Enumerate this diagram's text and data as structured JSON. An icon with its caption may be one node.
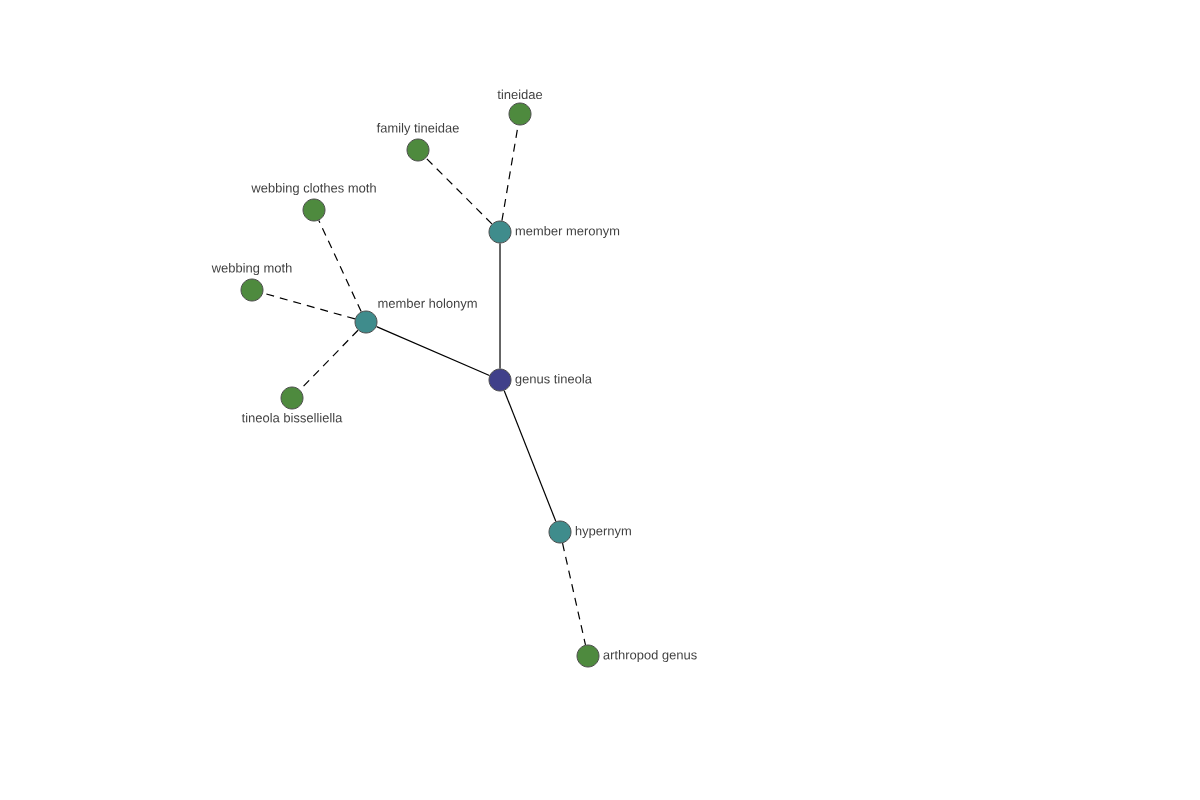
{
  "diagram": {
    "nodes": [
      {
        "text": [
          "tineidae"
        ]
      },
      {
        "text": [
          "family tineidae"
        ]
      },
      {
        "text": [
          "webbing clothes moth"
        ]
      },
      {
        "text": [
          "member meronym"
        ]
      },
      {
        "text": [
          "webbing moth"
        ]
      },
      {
        "text": [
          "member holonym"
        ]
      },
      {
        "text": [
          "genus tineola"
        ]
      },
      {
        "text": [
          "tineola bisselliella"
        ]
      },
      {
        "text": [
          "hypernym"
        ]
      },
      {
        "text": [
          "arthropod genus"
        ]
      }
    ],
    "edges": [
      {
        "from": 6,
        "to": 3,
        "arrow": "none"
      },
      {
        "from": 3,
        "to": 0,
        "arrow": "none",
        "style": "dashed"
      },
      {
        "from": 3,
        "to": 1,
        "arrow": "none",
        "style": "dashed"
      },
      {
        "from": 6,
        "to": 5,
        "arrow": "none"
      },
      {
        "from": 5,
        "to": 2,
        "arrow": "none",
        "style": "dashed"
      },
      {
        "from": 5,
        "to": 4,
        "arrow": "none",
        "style": "dashed"
      },
      {
        "from": 5,
        "to": 7,
        "arrow": "none",
        "style": "dashed"
      },
      {
        "from": 6,
        "to": 8,
        "arrow": "none"
      },
      {
        "from": 8,
        "to": 9,
        "arrow": "none",
        "style": "dashed"
      }
    ]
  }
}
